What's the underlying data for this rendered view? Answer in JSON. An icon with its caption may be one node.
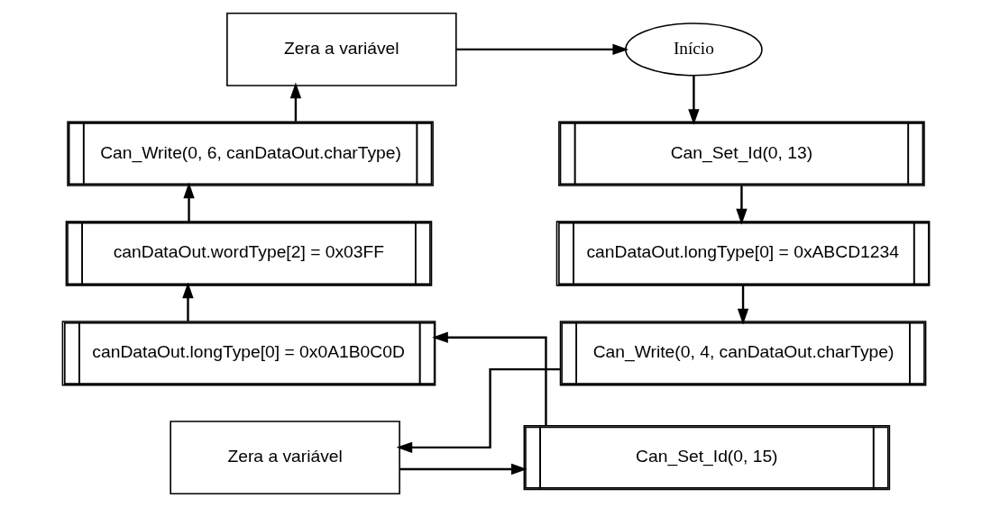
{
  "diagram": {
    "nodes": [
      {
        "text": [
          "Início"
        ]
      },
      {
        "text": [
          "Can_Set_Id(0, 13)"
        ]
      },
      {
        "text": [
          "canDataOut.longType[0] = 0xABCD1234"
        ]
      },
      {
        "text": [
          "Can_Write(0, 4, canDataOut.charType)"
        ]
      },
      {
        "text": [
          "Zera a variável"
        ]
      },
      {
        "text": [
          "Can_Set_Id(0, 15)"
        ]
      },
      {
        "text": [
          "canDataOut.longType[0] = 0x0A1B0C0D"
        ]
      },
      {
        "text": [
          "canDataOut.wordType[2] = 0x03FF"
        ]
      },
      {
        "text": [
          "Can_Write(0, 6, canDataOut.charType)"
        ]
      },
      {
        "text": [
          "Zera a variável"
        ]
      }
    ],
    "edges": [
      {
        "from": 0,
        "to": 1,
        "arrow": "to"
      },
      {
        "from": 1,
        "to": 2,
        "arrow": "to"
      },
      {
        "from": 2,
        "to": 3,
        "arrow": "to"
      },
      {
        "from": 3,
        "to": 4,
        "arrow": "to"
      },
      {
        "from": 4,
        "to": 5,
        "arrow": "to"
      },
      {
        "from": 5,
        "to": 6,
        "arrow": "to"
      },
      {
        "from": 6,
        "to": 7,
        "arrow": "to"
      },
      {
        "from": 7,
        "to": 8,
        "arrow": "to"
      },
      {
        "from": 8,
        "to": 9,
        "arrow": "to"
      },
      {
        "from": 9,
        "to": 0,
        "arrow": "to"
      }
    ]
  }
}
